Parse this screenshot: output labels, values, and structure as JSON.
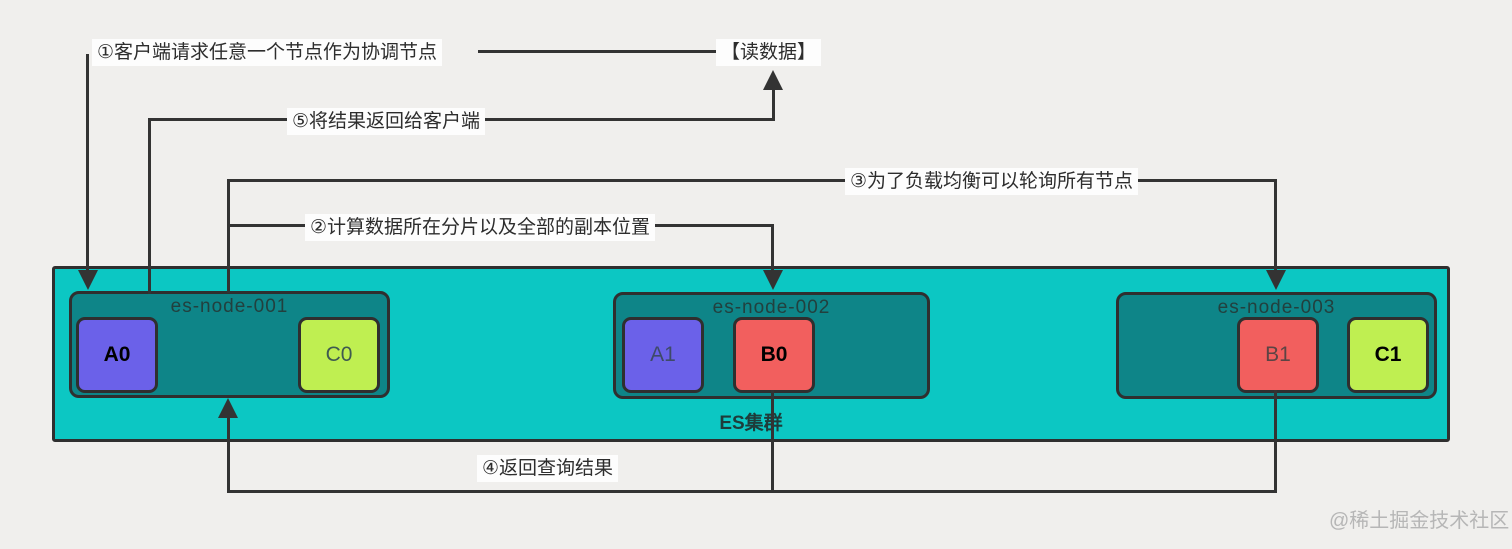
{
  "flow_labels": {
    "step1": "①客户端请求任意一个节点作为协调节点",
    "read_data": "【读数据】",
    "step5": "⑤将结果返回给客户端",
    "step3": "③为了负载均衡可以轮询所有节点",
    "step2": "②计算数据所在分片以及全部的副本位置",
    "step4": "④返回查询结果"
  },
  "cluster": {
    "label": "ES集群",
    "nodes": [
      {
        "name": "es-node-001",
        "shards": [
          {
            "label": "A0",
            "bg": "#6b61e9",
            "fg": "#000000",
            "bold": true
          },
          {
            "label": "C0",
            "bg": "#bfef51",
            "fg": "#3f5a50",
            "bold": false
          }
        ]
      },
      {
        "name": "es-node-002",
        "shards": [
          {
            "label": "A1",
            "bg": "#6b61e9",
            "fg": "#3e4a68",
            "bold": false
          },
          {
            "label": "B0",
            "bg": "#f25f5e",
            "fg": "#000000",
            "bold": true
          }
        ]
      },
      {
        "name": "es-node-003",
        "shards": [
          {
            "label": "B1",
            "bg": "#f25f5e",
            "fg": "#5c4444",
            "bold": false
          },
          {
            "label": "C1",
            "bg": "#bfef51",
            "fg": "#000000",
            "bold": true
          }
        ]
      }
    ]
  },
  "watermark": "@稀土掘金技术社区",
  "colors": {
    "background": "#f0efed",
    "line": "#333333",
    "label_bg": "#fdfdfd",
    "cluster_bg": "#0cc7c3",
    "node_bg": "#0e8588",
    "shard_purple": "#6b61e9",
    "shard_red": "#f25f5e",
    "shard_green": "#bfef51",
    "watermark": "#b6b6b6"
  }
}
